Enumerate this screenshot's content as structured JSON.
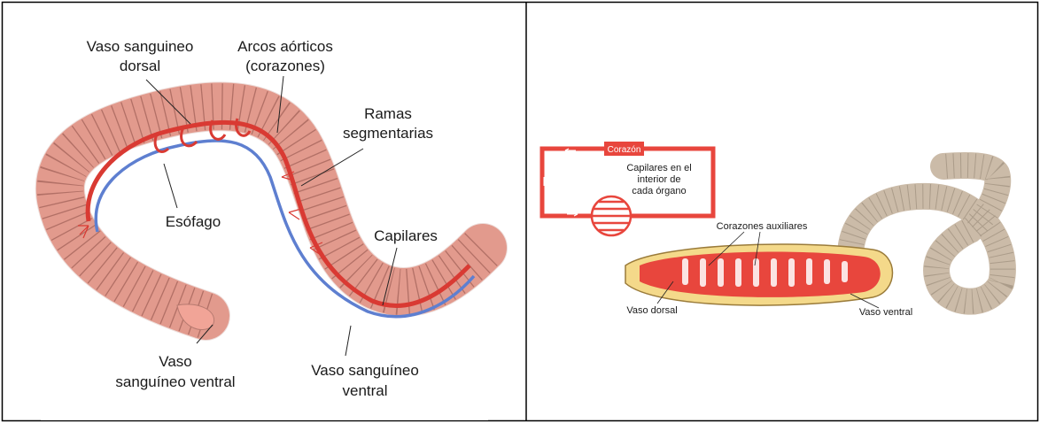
{
  "left_diagram": {
    "labels": {
      "dorsal_line1": "Vaso sanguineo",
      "dorsal_line2": "dorsal",
      "arcos_line1": "Arcos aórticos",
      "arcos_line2": "(corazones)",
      "ramas_line1": "Ramas",
      "ramas_line2": "segmentarias",
      "esofago": "Esófago",
      "capilares": "Capilares",
      "ventral_left_line1": "Vaso",
      "ventral_left_line2": "sanguíneo ventral",
      "ventral_right_line1": "Vaso sanguíneo",
      "ventral_right_line2": "ventral"
    },
    "colors": {
      "body": "#F1A497",
      "segment": "#9E5E55",
      "dorsal": "#D93A33",
      "ventral": "#5E7FD0"
    }
  },
  "right_diagram": {
    "labels": {
      "corazon": "Corazón",
      "capilares_line1": "Capilares en el",
      "capilares_line2": "interior de",
      "capilares_line3": "cada órgano",
      "corazones_auxiliares": "Corazones auxiliares",
      "vaso_dorsal": "Vaso dorsal",
      "vaso_ventral": "Vaso ventral"
    },
    "colors": {
      "circuit": "#E8463D",
      "worm": "#CBBBA8",
      "yolk": "#F4D98A"
    }
  }
}
